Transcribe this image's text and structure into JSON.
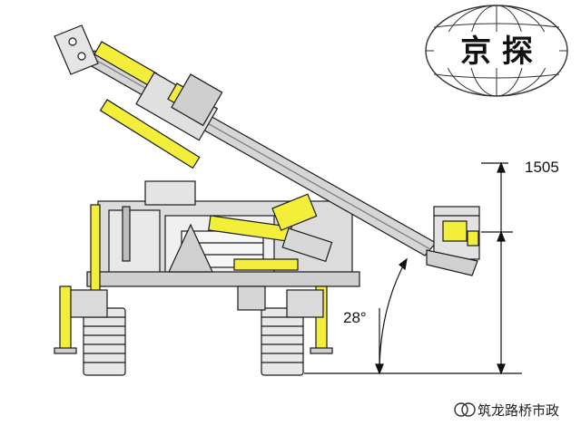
{
  "logo": {
    "text": "京 探",
    "colors": {
      "globe": "#333333",
      "text": "#111111",
      "bg": "#ffffff"
    }
  },
  "dimensions": {
    "height_value": "1505",
    "angle_value": "28°"
  },
  "watermark": {
    "icon": "wechat-official-account-icon",
    "text": "筑龙路桥市政"
  },
  "colors": {
    "frame": "#d9d9d9",
    "frame_dark": "#8a8a8a",
    "accent_yellow": "#f2ee3a",
    "track": "#e6e6e6",
    "outline": "#1a1a1a"
  }
}
